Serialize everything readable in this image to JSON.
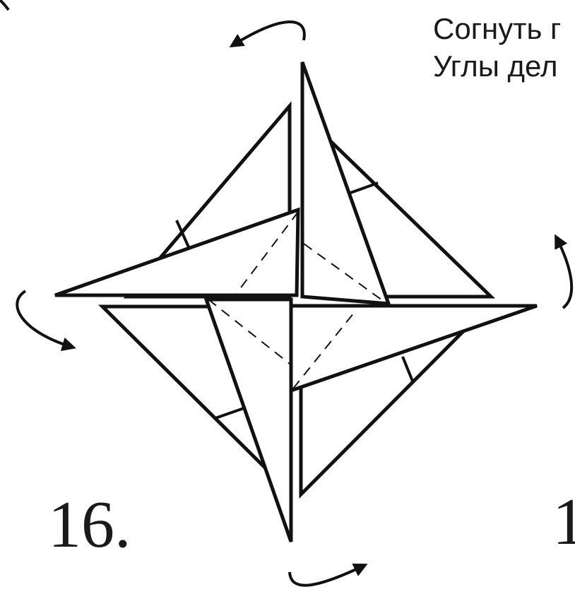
{
  "instructions": {
    "line1": "Согнуть г",
    "line2": "Углы дел"
  },
  "step": {
    "current": "16.",
    "next": "1"
  }
}
